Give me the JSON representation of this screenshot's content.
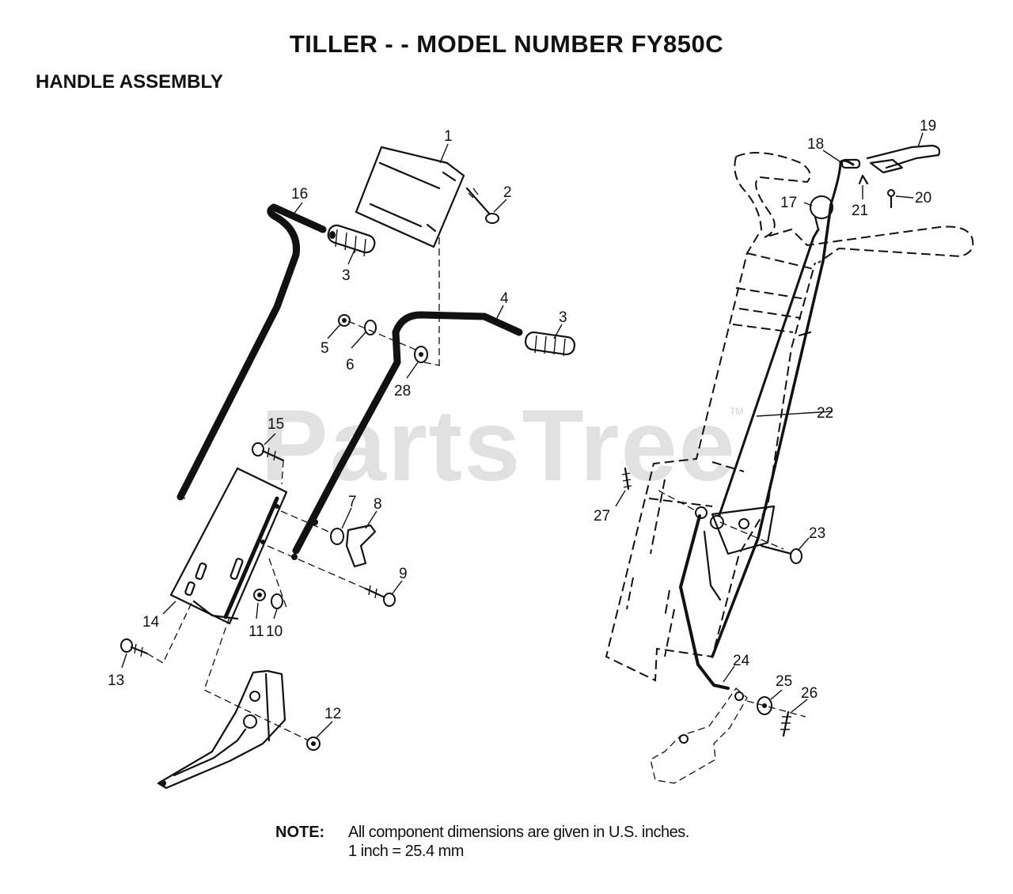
{
  "title": "TILLER - - MODEL NUMBER FY850C",
  "subtitle": "HANDLE ASSEMBLY",
  "watermark": "PartsTree",
  "watermark_tm": "TM",
  "note": {
    "label": "NOTE:",
    "line1": "All component dimensions are given in U.S. inches.",
    "line2": "1 inch = 25.4 mm"
  },
  "callouts": {
    "c1": "1",
    "c2": "2",
    "c3a": "3",
    "c3b": "3",
    "c4": "4",
    "c5": "5",
    "c6": "6",
    "c7": "7",
    "c8": "8",
    "c9": "9",
    "c10": "10",
    "c11": "11",
    "c12": "12",
    "c13": "13",
    "c14": "14",
    "c15": "15",
    "c16": "16",
    "c17": "17",
    "c18": "18",
    "c19": "19",
    "c20": "20",
    "c21": "21",
    "c22": "22",
    "c23": "23",
    "c24": "24",
    "c25": "25",
    "c26": "26",
    "c27": "27",
    "c28": "28"
  }
}
